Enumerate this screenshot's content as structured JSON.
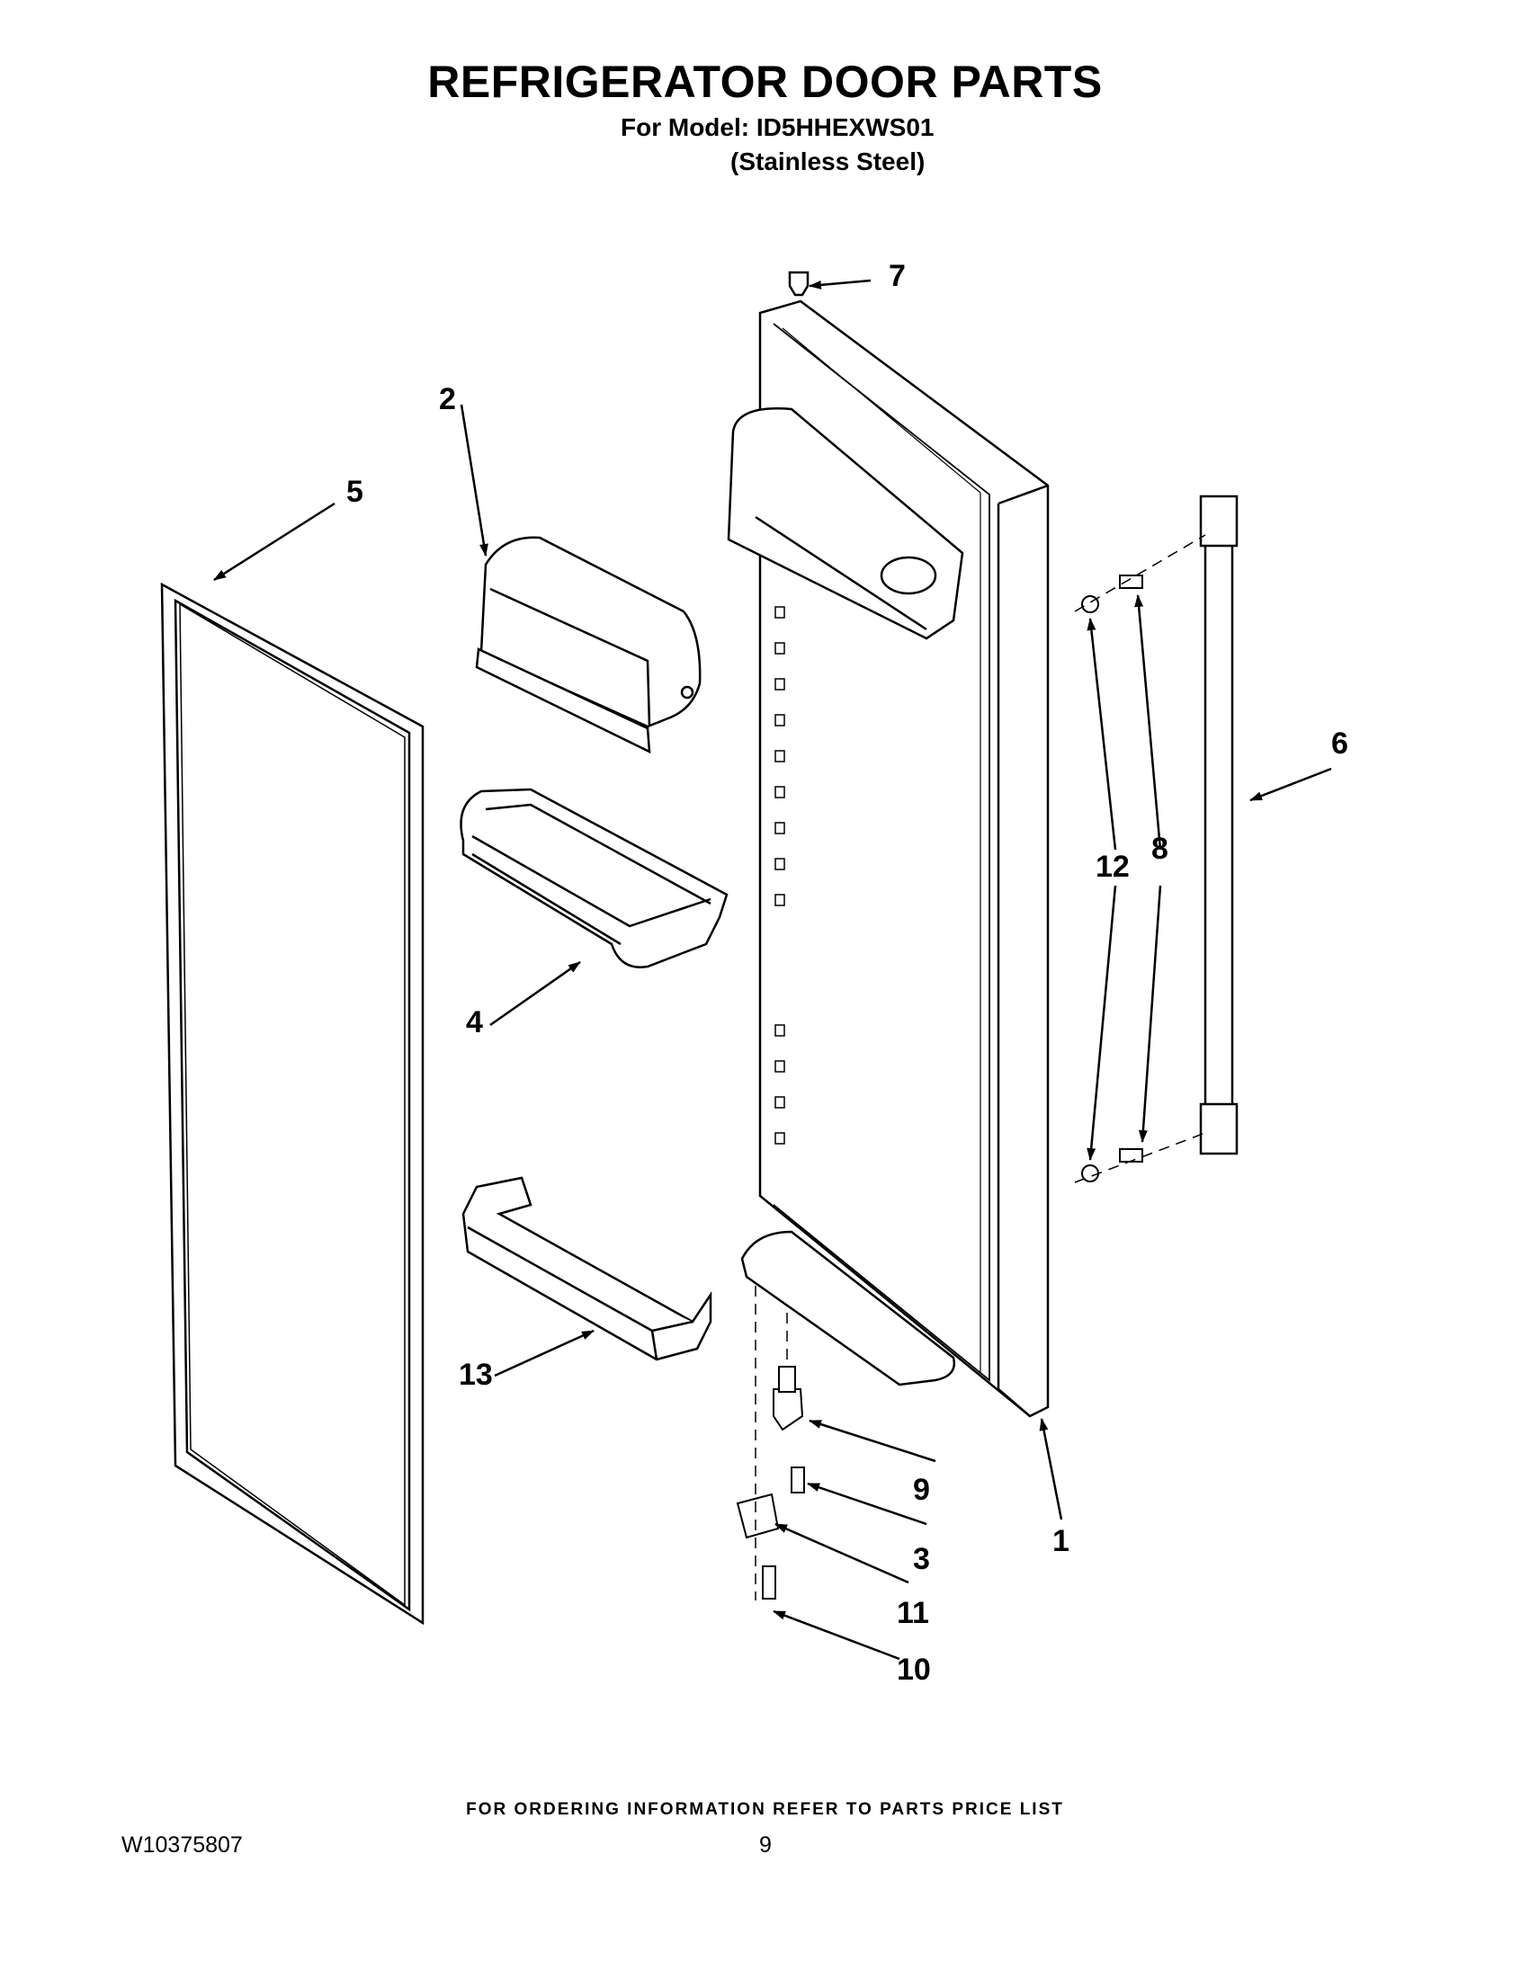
{
  "header": {
    "title": "REFRIGERATOR DOOR PARTS",
    "model_line": "For Model: ID5HHEXWS01",
    "finish_line": "(Stainless Steel)"
  },
  "callouts": {
    "c1": "1",
    "c2": "2",
    "c3": "3",
    "c4": "4",
    "c5": "5",
    "c6": "6",
    "c7": "7",
    "c8": "8",
    "c9": "9",
    "c10": "10",
    "c11": "11",
    "c12": "12",
    "c13": "13"
  },
  "footer": {
    "ordering_note": "FOR ORDERING INFORMATION REFER TO PARTS PRICE LIST",
    "document_number": "W10375807",
    "page_number": "9"
  }
}
